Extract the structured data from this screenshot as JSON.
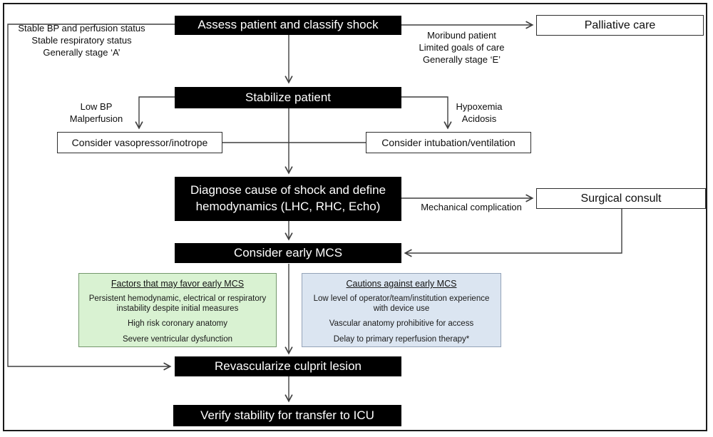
{
  "figure": {
    "kind": "flowchart",
    "topic": "Assess patient and classify shock algorithm"
  },
  "colors": {
    "box_black": "#000000",
    "box_text": "#ffffff",
    "line": "#3f3f3f",
    "border": "#1a1a1a",
    "favor_fill": "#d9f2d2",
    "favor_border": "#74976c",
    "caution_fill": "#dbe5f1",
    "caution_border": "#94a3b8"
  },
  "nodes": {
    "assess": "Assess patient and classify shock",
    "palliative": "Palliative care",
    "stabilize": "Stabilize patient",
    "vasopressor": "Consider vasopressor/inotrope",
    "intubation": "Consider intubation/ventilation",
    "diagnose_line1": "Diagnose cause of shock and define",
    "diagnose_line2": "hemodynamics (LHC, RHC, Echo)",
    "surgical": "Surgical consult",
    "mcs": "Consider early MCS",
    "revascularize": "Revascularize culprit lesion",
    "verify": "Verify stability for transfer to ICU"
  },
  "annotations": {
    "stable_path": [
      "Stable BP and perfusion status",
      "Stable respiratory status",
      "Generally stage ‘A’"
    ],
    "moribund_path": [
      "Moribund patient",
      "Limited goals of care",
      "Generally stage ‘E’"
    ],
    "stabilize_left": [
      "Low BP",
      "Malperfusion"
    ],
    "stabilize_right": [
      "Hypoxemia",
      "Acidosis"
    ],
    "mechanical": "Mechanical complication"
  },
  "panels": {
    "favor": {
      "title": "Factors that may favor early MCS",
      "items": [
        "Persistent hemodynamic, electrical or respiratory instability despite initial measures",
        "High risk coronary anatomy",
        "Severe ventricular dysfunction"
      ]
    },
    "caution": {
      "title": "Cautions against early MCS",
      "items": [
        "Low level of operator/team/institution experience with device use",
        "Vascular anatomy prohibitive for access",
        "Delay to primary reperfusion therapy*"
      ]
    }
  }
}
